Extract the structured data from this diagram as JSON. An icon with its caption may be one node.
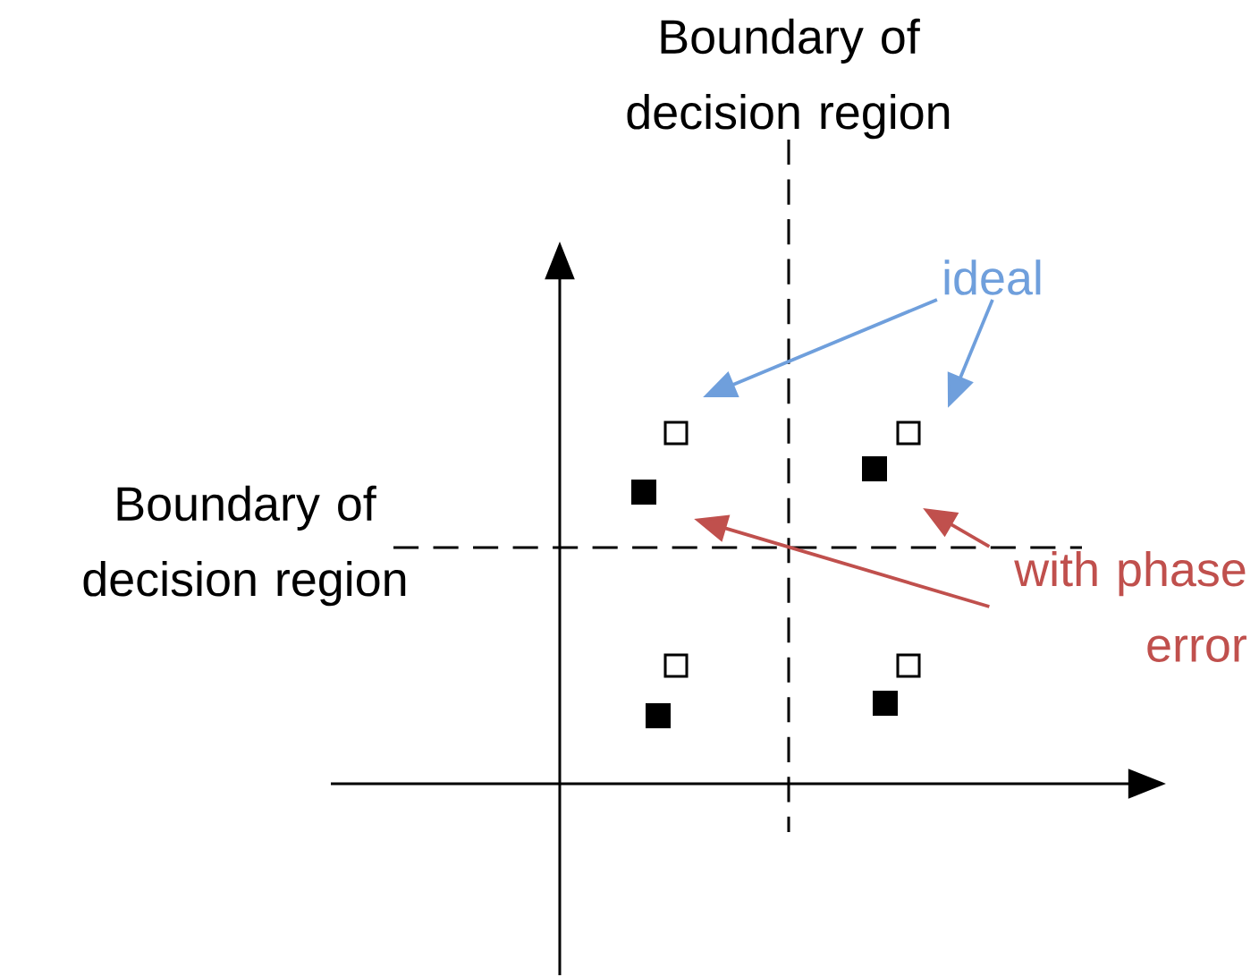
{
  "diagram": {
    "nodes": [
      {
        "text": [
          "ideal"
        ]
      },
      {
        "text": [
          "with phase error"
        ]
      }
    ],
    "edges": [
      {
        "from": 0,
        "to": null,
        "arrow": "to",
        "color": "#6f9fdc"
      },
      {
        "from": 0,
        "to": null,
        "arrow": "to",
        "color": "#6f9fdc"
      },
      {
        "from": 1,
        "to": null,
        "arrow": "to",
        "color": "#c0504d"
      },
      {
        "from": 1,
        "to": null,
        "arrow": "to",
        "color": "#c0504d"
      }
    ],
    "labels": [
      "Boundary of decision region",
      "Boundary of decision region"
    ]
  }
}
